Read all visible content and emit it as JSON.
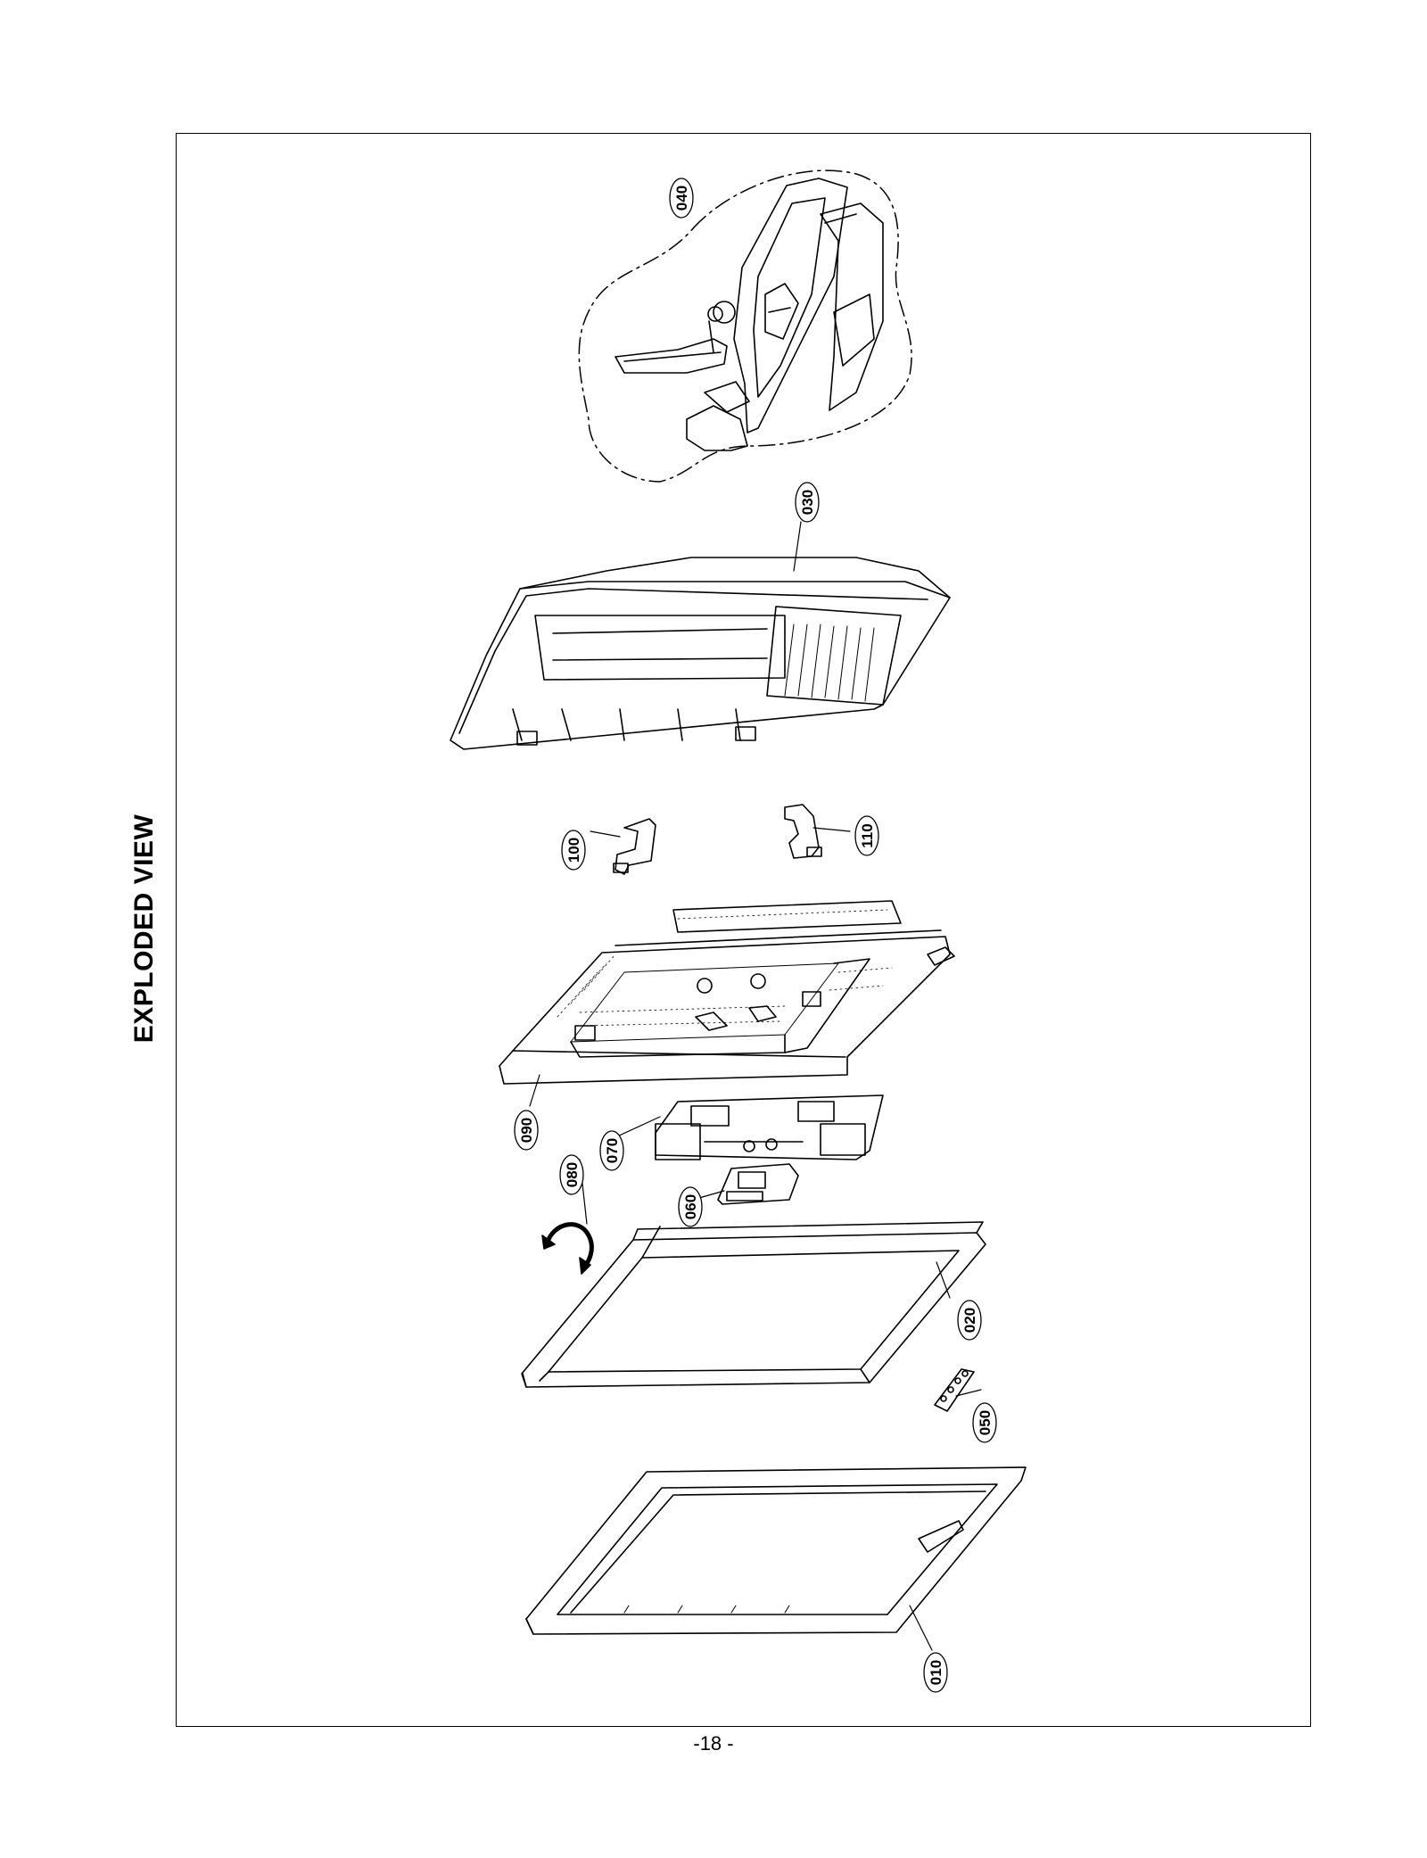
{
  "page": {
    "title": "EXPLODED VIEW",
    "page_number": "-18 -"
  },
  "parts": [
    {
      "id": "p010",
      "label": "010"
    },
    {
      "id": "p020",
      "label": "020"
    },
    {
      "id": "p030",
      "label": "030"
    },
    {
      "id": "p040",
      "label": "040"
    },
    {
      "id": "p050",
      "label": "050"
    },
    {
      "id": "p060",
      "label": "060"
    },
    {
      "id": "p070",
      "label": "070"
    },
    {
      "id": "p080",
      "label": "080"
    },
    {
      "id": "p090",
      "label": "090"
    },
    {
      "id": "p100",
      "label": "100"
    },
    {
      "id": "p110",
      "label": "110"
    }
  ]
}
